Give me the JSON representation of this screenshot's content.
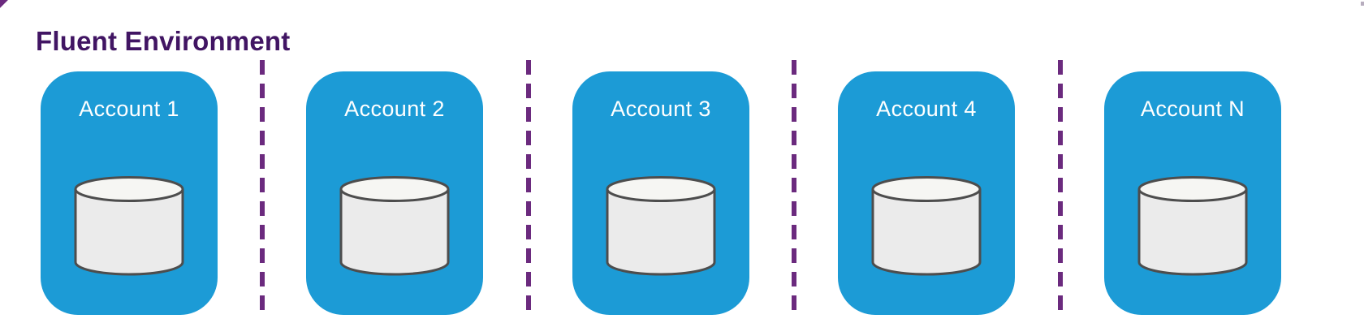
{
  "title": "Fluent Environment",
  "accounts": [
    {
      "label": "Account 1"
    },
    {
      "label": "Account 2"
    },
    {
      "label": "Account 3"
    },
    {
      "label": "Account 4"
    },
    {
      "label": "Account N"
    }
  ],
  "dividers": {
    "count": 4,
    "style": "vertical-dashed"
  },
  "icons": {
    "per_account": "database-cylinder-icon"
  },
  "colors": {
    "title_text": "#411563",
    "account_box": "#1C9BD6",
    "account_label": "#FFFFFF",
    "divider": "#6B2A7E",
    "cylinder_body": "#EBEBEB",
    "cylinder_top": "#F6F6F3",
    "cylinder_stroke": "#4D4D4D",
    "background": "#FFFFFF"
  }
}
